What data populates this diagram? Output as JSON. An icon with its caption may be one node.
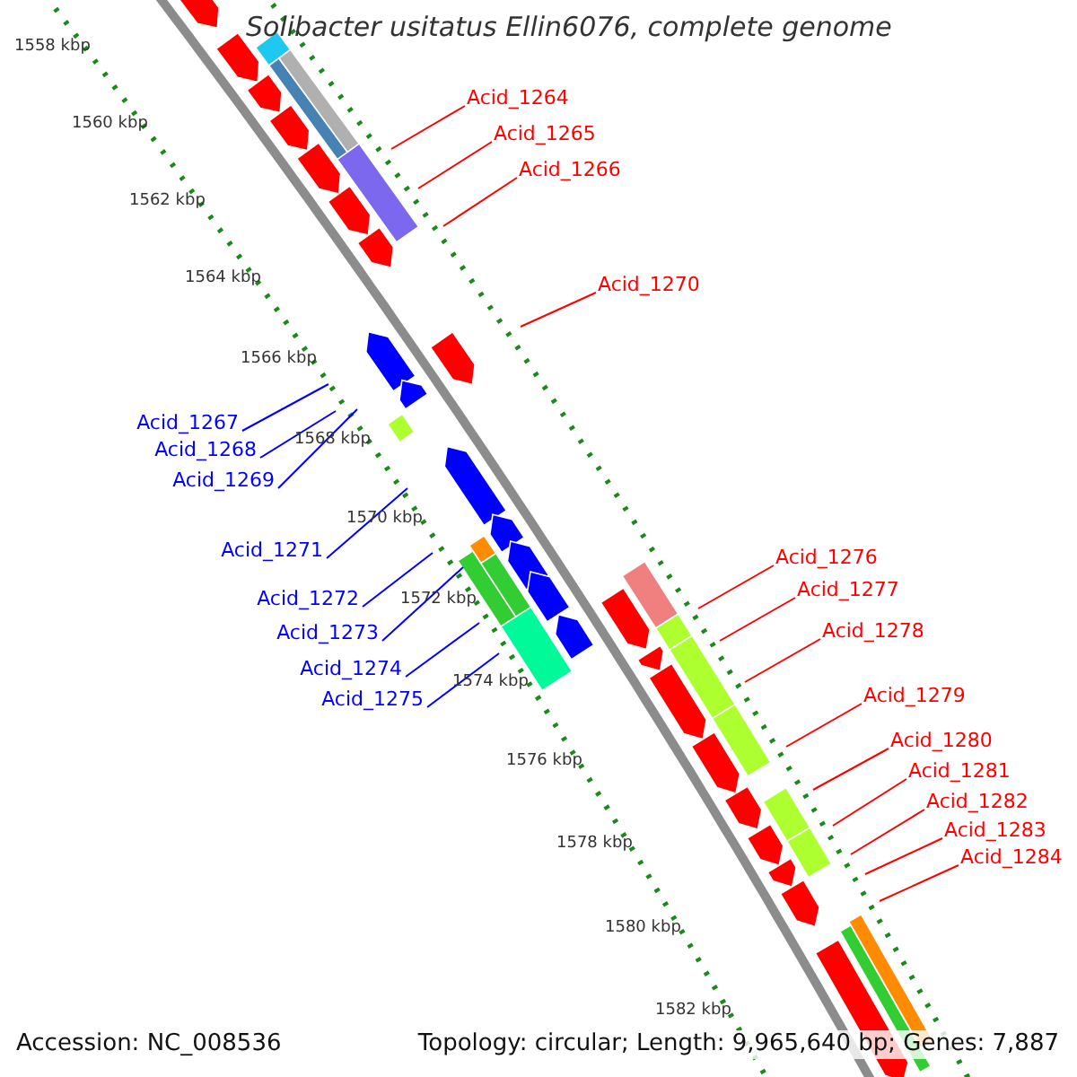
{
  "diagram": {
    "title": "Solibacter usitatus Ellin6076, complete genome",
    "nodes": [
      {
        "text": [
          "Acid_1264"
        ]
      },
      {
        "text": [
          "Acid_1265"
        ]
      },
      {
        "text": [
          "Acid_1266"
        ]
      },
      {
        "text": [
          "Acid_1270"
        ]
      },
      {
        "text": [
          "Acid_1267"
        ]
      },
      {
        "text": [
          "Acid_1268"
        ]
      },
      {
        "text": [
          "Acid_1269"
        ]
      },
      {
        "text": [
          "Acid_1271"
        ]
      },
      {
        "text": [
          "Acid_1272"
        ]
      },
      {
        "text": [
          "Acid_1273"
        ]
      },
      {
        "text": [
          "Acid_1274"
        ]
      },
      {
        "text": [
          "Acid_1275"
        ]
      },
      {
        "text": [
          "Acid_1276"
        ]
      },
      {
        "text": [
          "Acid_1277"
        ]
      },
      {
        "text": [
          "Acid_1278"
        ]
      },
      {
        "text": [
          "Acid_1279"
        ]
      },
      {
        "text": [
          "Acid_1280"
        ]
      },
      {
        "text": [
          "Acid_1281"
        ]
      },
      {
        "text": [
          "Acid_1282"
        ]
      },
      {
        "text": [
          "Acid_1283"
        ]
      },
      {
        "text": [
          "Acid_1284"
        ]
      }
    ],
    "edges": [
      {
        "from": 0,
        "to": null,
        "arrow": "none"
      },
      {
        "from": 1,
        "to": null,
        "arrow": "none"
      },
      {
        "from": 2,
        "to": null,
        "arrow": "none"
      },
      {
        "from": 3,
        "to": null,
        "arrow": "none"
      },
      {
        "from": 4,
        "to": null,
        "arrow": "none",
        "color": "#0000ff"
      },
      {
        "from": 5,
        "to": null,
        "arrow": "none",
        "color": "#0000ff"
      },
      {
        "from": 6,
        "to": null,
        "arrow": "none",
        "color": "#0000ff"
      },
      {
        "from": 7,
        "to": null,
        "arrow": "none",
        "color": "#0000ff"
      },
      {
        "from": 8,
        "to": null,
        "arrow": "none",
        "color": "#0000ff"
      },
      {
        "from": 9,
        "to": null,
        "arrow": "none",
        "color": "#0000ff"
      },
      {
        "from": 10,
        "to": null,
        "arrow": "none",
        "color": "#0000ff"
      },
      {
        "from": 11,
        "to": null,
        "arrow": "none",
        "color": "#0000ff"
      },
      {
        "from": 12,
        "to": null,
        "arrow": "none"
      },
      {
        "from": 13,
        "to": null,
        "arrow": "none"
      },
      {
        "from": 14,
        "to": null,
        "arrow": "none"
      },
      {
        "from": 15,
        "to": null,
        "arrow": "none"
      },
      {
        "from": 16,
        "to": null,
        "arrow": "none"
      },
      {
        "from": 17,
        "to": null,
        "arrow": "none"
      },
      {
        "from": 18,
        "to": null,
        "arrow": "none"
      },
      {
        "from": 19,
        "to": null,
        "arrow": "none"
      },
      {
        "from": 20,
        "to": null,
        "arrow": "none"
      }
    ],
    "labels": [
      "1558 kbp",
      "1560 kbp",
      "1562 kbp",
      "1564 kbp",
      "1566 kbp",
      "1568 kbp",
      "1570 kbp",
      "1572 kbp",
      "1574 kbp",
      "1576 kbp",
      "1578 kbp",
      "1580 kbp",
      "1582 kbp",
      "Accession: NC_008536",
      "Topology: circular; Length: 9,965,640 bp; Genes: 7,887"
    ]
  }
}
